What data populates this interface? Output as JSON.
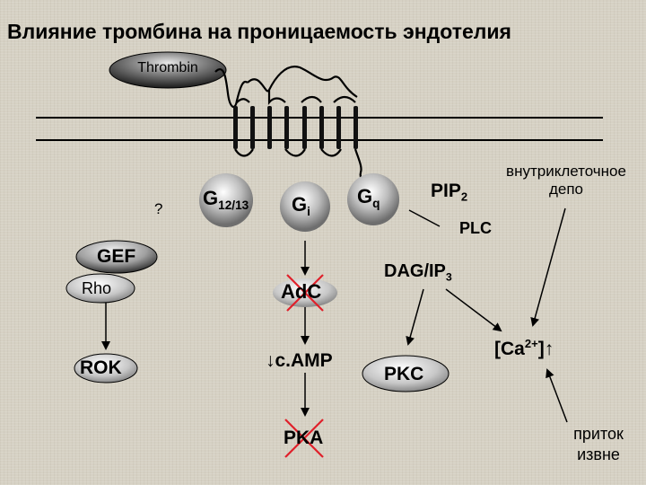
{
  "title": "Влияние тромбина на проницаемость эндотелия",
  "thrombin": "Thrombin",
  "question": "?",
  "g1213": {
    "base": "G",
    "sub": "12/13"
  },
  "gi": {
    "base": "G",
    "sub": "i"
  },
  "gq": {
    "base": "G",
    "sub": "q"
  },
  "pip2": {
    "base": "PIP",
    "sub": "2"
  },
  "depot": {
    "line1": "внутриклеточное",
    "line2": "депо"
  },
  "plc": "PLC",
  "gef": "GEF",
  "rho": "Rho",
  "dag": {
    "base": "DAG/IP",
    "sub": "3"
  },
  "adc": "AdC",
  "rok": "ROK",
  "camp": {
    "arrow": "↓",
    "text": "c.AMP"
  },
  "pkc": "PKC",
  "ca": {
    "open": "[Ca",
    "sup": "2+",
    "close": "]",
    "arrow": "↑"
  },
  "pka": "PKA",
  "influx": {
    "line1": "приток",
    "line2": "извне"
  },
  "colors": {
    "cross": "#e0202a",
    "dark": "#000000",
    "gray": "#7a7a7a"
  }
}
